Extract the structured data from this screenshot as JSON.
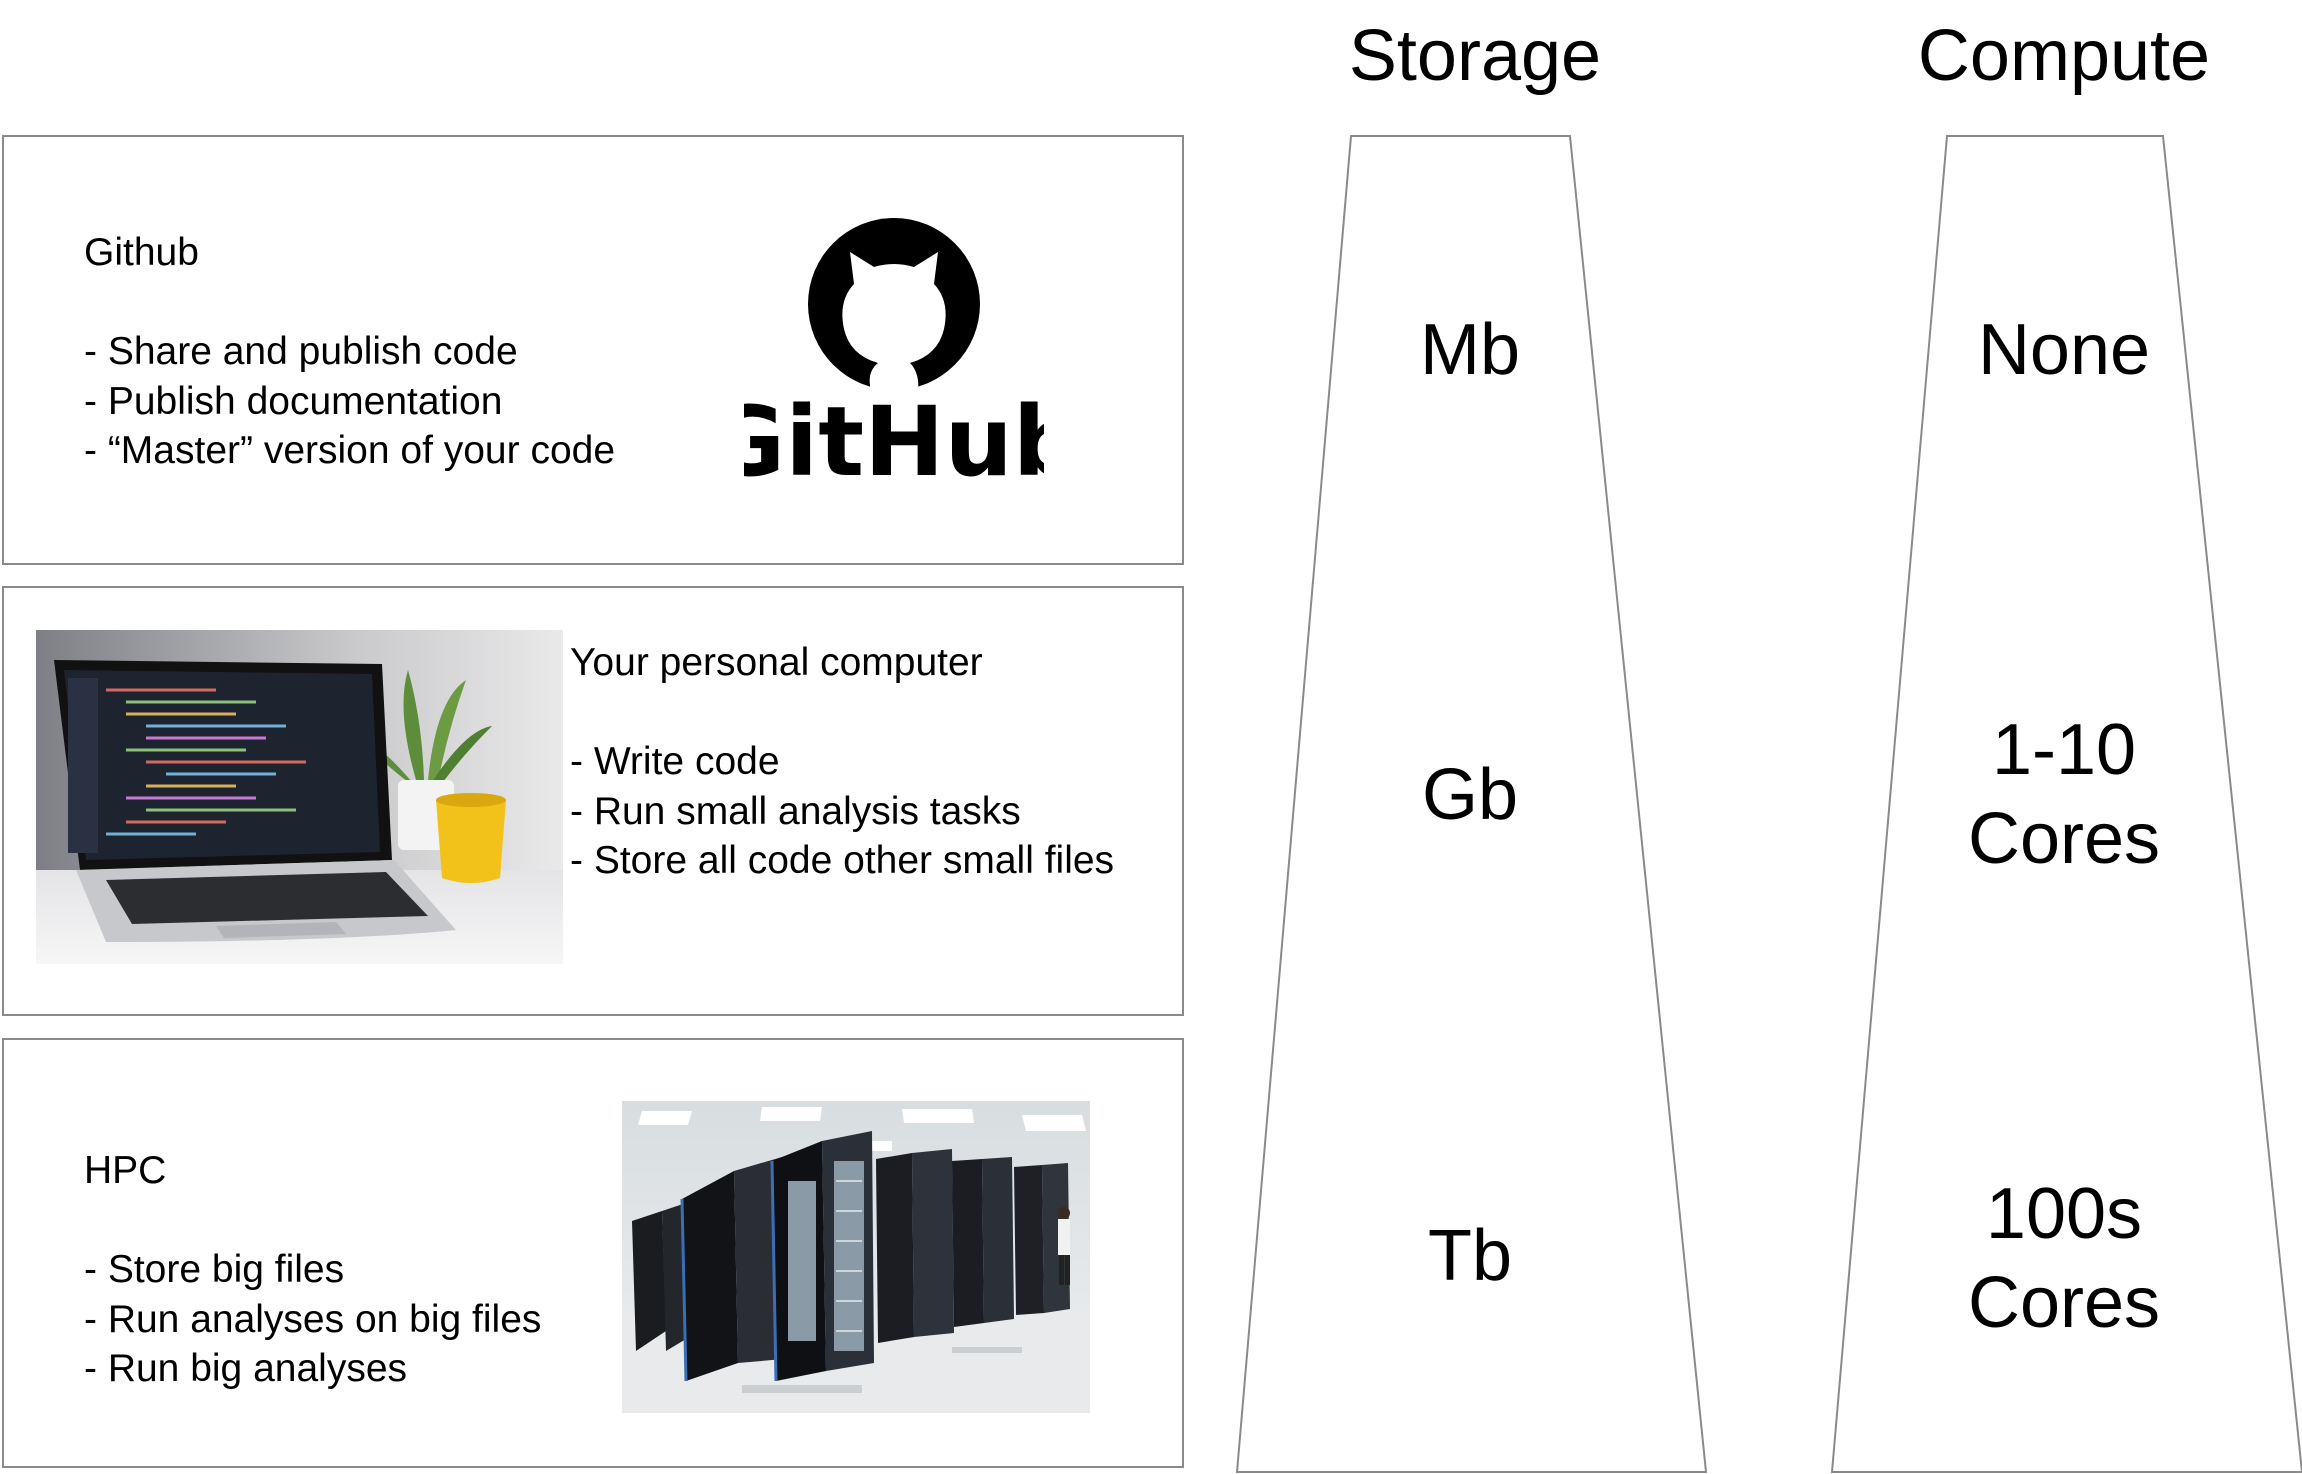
{
  "columns": {
    "storage": {
      "header": "Storage",
      "levels": [
        "Mb",
        "Gb",
        "Tb"
      ]
    },
    "compute": {
      "header": "Compute",
      "levels": [
        {
          "line1": "None",
          "line2": ""
        },
        {
          "line1": "1-10",
          "line2": "Cores"
        },
        {
          "line1": "100s",
          "line2": "Cores"
        }
      ]
    }
  },
  "panels": {
    "github": {
      "title": "Github",
      "items": [
        "- Share and publish code",
        "- Publish documentation",
        "- “Master” version of your code"
      ],
      "logo_text": "GitHub"
    },
    "personal_computer": {
      "title": "Your personal computer",
      "items": [
        "- Write code",
        "- Run small analysis tasks",
        "- Store all code other small files"
      ]
    },
    "hpc": {
      "title": "HPC",
      "items": [
        "- Store big files",
        "- Run analyses on big files",
        "- Run big analyses"
      ]
    }
  },
  "colors": {
    "border": "#8a8a8a",
    "text": "#000000",
    "background": "#ffffff"
  }
}
